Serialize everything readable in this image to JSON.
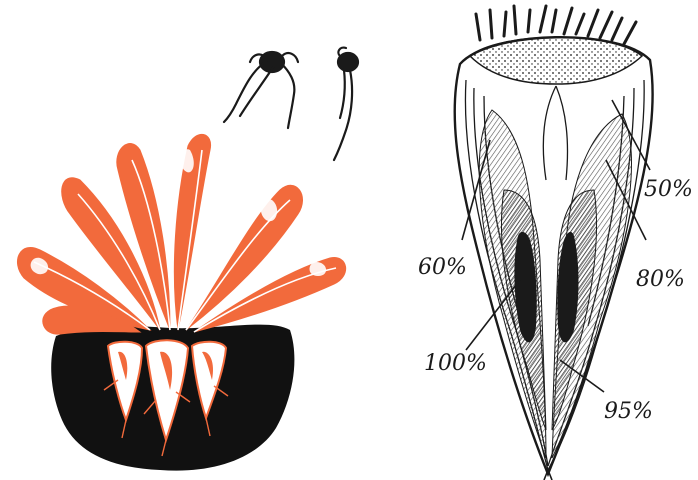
{
  "colors": {
    "ink": "#1a1a1a",
    "paper": "#ffffff",
    "leaf_orange": "#f26a3c",
    "soil": "#111111",
    "zone_outer": "#ffffff",
    "zone_60": "#d9d9d9",
    "zone_80": "#bdbdbd",
    "zone_95": "#9a9a9a",
    "zone_100": "#2b2b2b"
  },
  "seedlings": {
    "icon": "seedling-sprout-icon",
    "count": 2
  },
  "plant": {
    "icon": "beet-plant-icon",
    "root_count": 3
  },
  "cross_section": {
    "icon": "beet-root-section-icon",
    "labels": [
      {
        "id": "p50",
        "text": "50%"
      },
      {
        "id": "p60",
        "text": "60%"
      },
      {
        "id": "p80",
        "text": "80%"
      },
      {
        "id": "p100",
        "text": "100%"
      },
      {
        "id": "p95",
        "text": "95%"
      }
    ]
  }
}
